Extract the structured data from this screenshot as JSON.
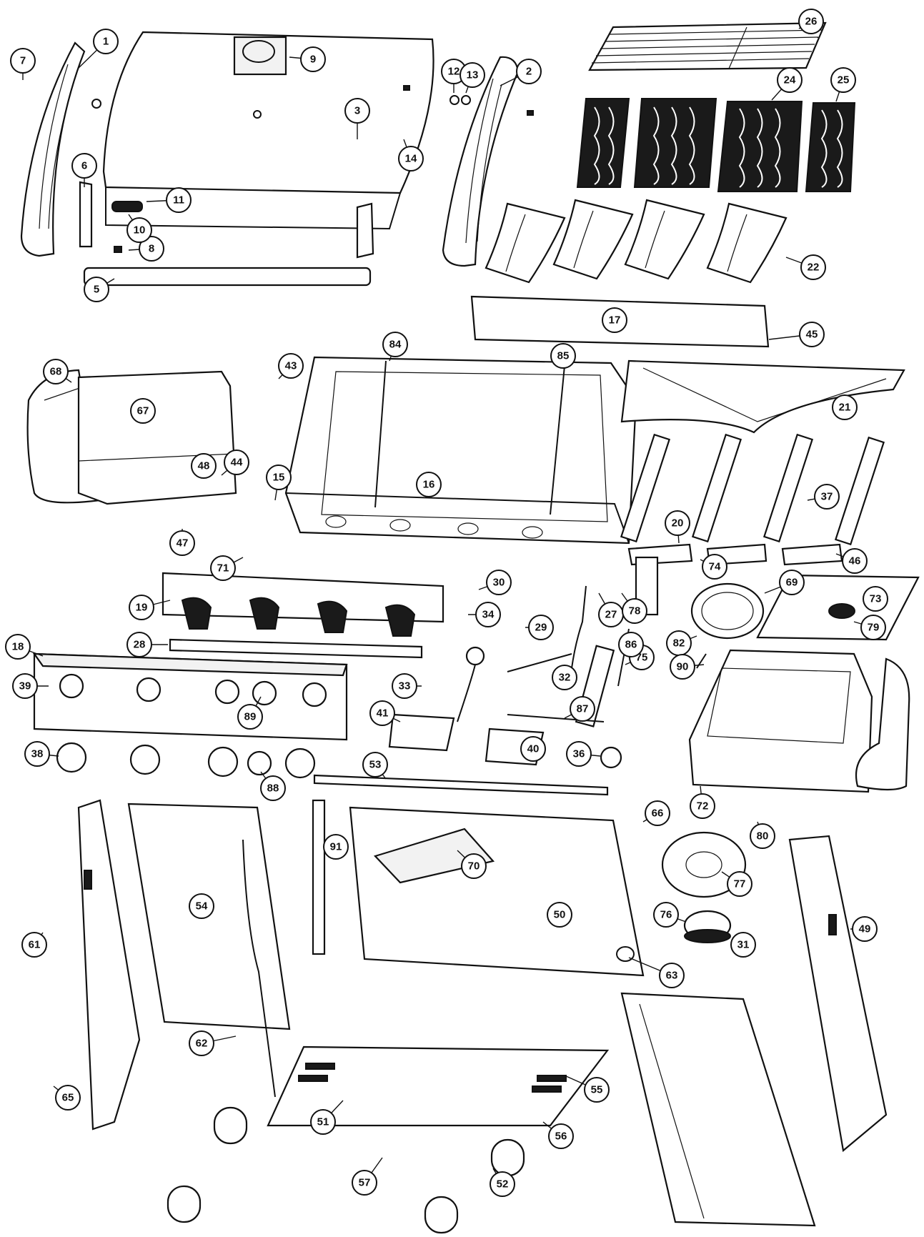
{
  "diagram": {
    "type": "exploded-parts-diagram",
    "line_color": "#111111",
    "background": "#ffffff",
    "callouts": [
      "1",
      "2",
      "3",
      "5",
      "6",
      "7",
      "8",
      "9",
      "10",
      "11",
      "12",
      "13",
      "14",
      "15",
      "16",
      "17",
      "18",
      "19",
      "20",
      "21",
      "22",
      "24",
      "25",
      "26",
      "27",
      "28",
      "29",
      "30",
      "31",
      "32",
      "33",
      "34",
      "36",
      "37",
      "38",
      "39",
      "40",
      "41",
      "43",
      "44",
      "45",
      "46",
      "47",
      "48",
      "49",
      "50",
      "51",
      "52",
      "53",
      "54",
      "55",
      "56",
      "57",
      "61",
      "62",
      "63",
      "65",
      "66",
      "67",
      "68",
      "69",
      "70",
      "71",
      "72",
      "73",
      "74",
      "75",
      "76",
      "77",
      "78",
      "79",
      "80",
      "82",
      "84",
      "85",
      "86",
      "87",
      "88",
      "89",
      "90",
      "91"
    ]
  }
}
